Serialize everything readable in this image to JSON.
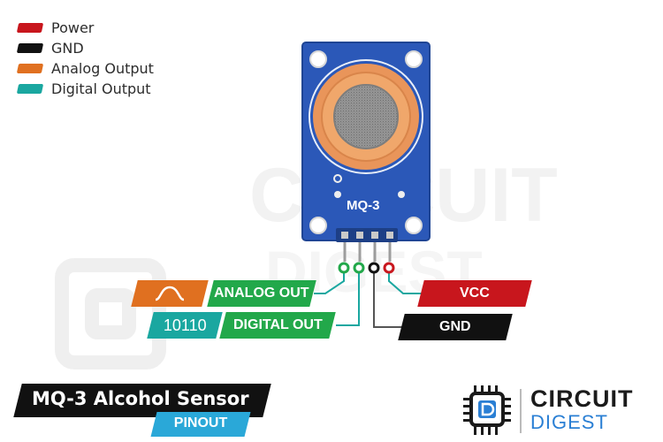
{
  "legend": [
    {
      "label": "Power",
      "color": "#c8161d"
    },
    {
      "label": "GND",
      "color": "#111111"
    },
    {
      "label": "Analog Output",
      "color": "#e07020"
    },
    {
      "label": "Digital Output",
      "color": "#1aa7a0"
    }
  ],
  "board": {
    "label": "MQ-3",
    "color": "#2b58b8"
  },
  "pins": {
    "analog_out": {
      "label": "ANALOG OUT",
      "color": "#22a84a"
    },
    "digital_out": {
      "label": "DIGITAL OUT",
      "color": "#22a84a",
      "icon_text": "10110"
    },
    "vcc": {
      "label": "VCC",
      "color": "#c8161d"
    },
    "gnd": {
      "label": "GND",
      "color": "#111111"
    }
  },
  "title": "MQ-3 Alcohol Sensor",
  "subtitle": "PINOUT",
  "logo": {
    "line1": "CIRCUIT",
    "line2": "DIGEST"
  }
}
